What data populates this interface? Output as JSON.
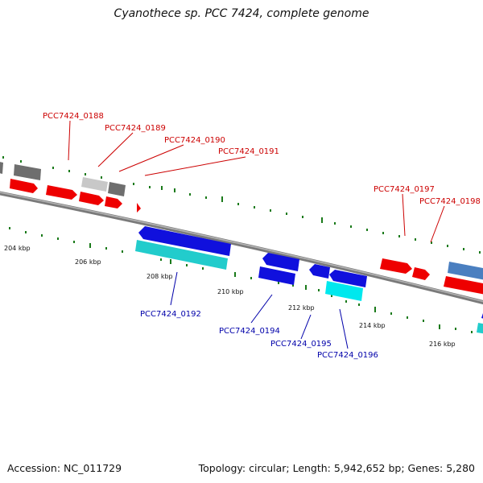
{
  "title": "Cyanothece sp. PCC 7424, complete genome",
  "accession": "Accession: NC_011729",
  "topology": "Topology: circular; Length: 5,942,652 bp; Genes: 5,280",
  "colors": {
    "backbone": "#8a8a8a",
    "plus_gene": "#ee0000",
    "minus_gene": "#1010dd",
    "cyan_gene": "#22cccc",
    "steelblue_gene": "#4a7fc0",
    "gray_gene": "#6e6e6e",
    "lightgray_gene": "#c8c8c8",
    "tick": "#1a7a1a",
    "plus_label": "#cc0000",
    "minus_label": "#0000aa"
  },
  "ruler": {
    "labels": [
      "204 kbp",
      "206 kbp",
      "208 kbp",
      "210 kbp",
      "212 kbp",
      "214 kbp",
      "216 kbp"
    ]
  },
  "genes_plus": [
    {
      "label": "PCC7424_0188"
    },
    {
      "label": "PCC7424_0189"
    },
    {
      "label": "PCC7424_0190"
    },
    {
      "label": "PCC7424_0191"
    },
    {
      "label": "PCC7424_0197"
    },
    {
      "label": "PCC7424_0198"
    }
  ],
  "genes_minus": [
    {
      "label": "PCC7424_0192"
    },
    {
      "label": "PCC7424_0194"
    },
    {
      "label": "PCC7424_0195"
    },
    {
      "label": "PCC7424_0196"
    }
  ]
}
